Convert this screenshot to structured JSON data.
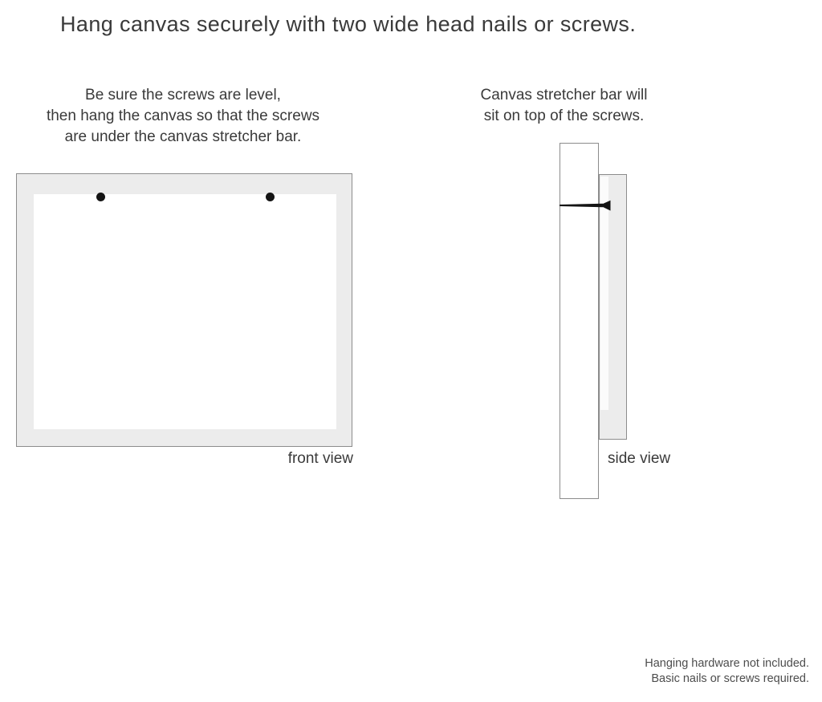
{
  "title": "Hang canvas securely with two wide head nails or screws.",
  "instructions": {
    "left": {
      "lines": [
        "Be sure the screws are level,",
        "then hang the canvas so that the screws",
        "are under the canvas stretcher bar."
      ]
    },
    "right": {
      "lines": [
        "Canvas stretcher bar will",
        "sit on top of the screws."
      ]
    }
  },
  "diagrams": {
    "front_view": {
      "label": "front view",
      "nail_count": 2
    },
    "side_view": {
      "label": "side view"
    }
  },
  "footer": {
    "lines": [
      "Hanging hardware not included.",
      "Basic nails or screws required."
    ]
  },
  "colors": {
    "background": "#ffffff",
    "canvas_frame_gray": "#ececec",
    "outline_gray": "#8c8c8c",
    "nail_black": "#141414",
    "text_dark": "#3a3a3a",
    "footer_gray": "#4d4d4d"
  }
}
